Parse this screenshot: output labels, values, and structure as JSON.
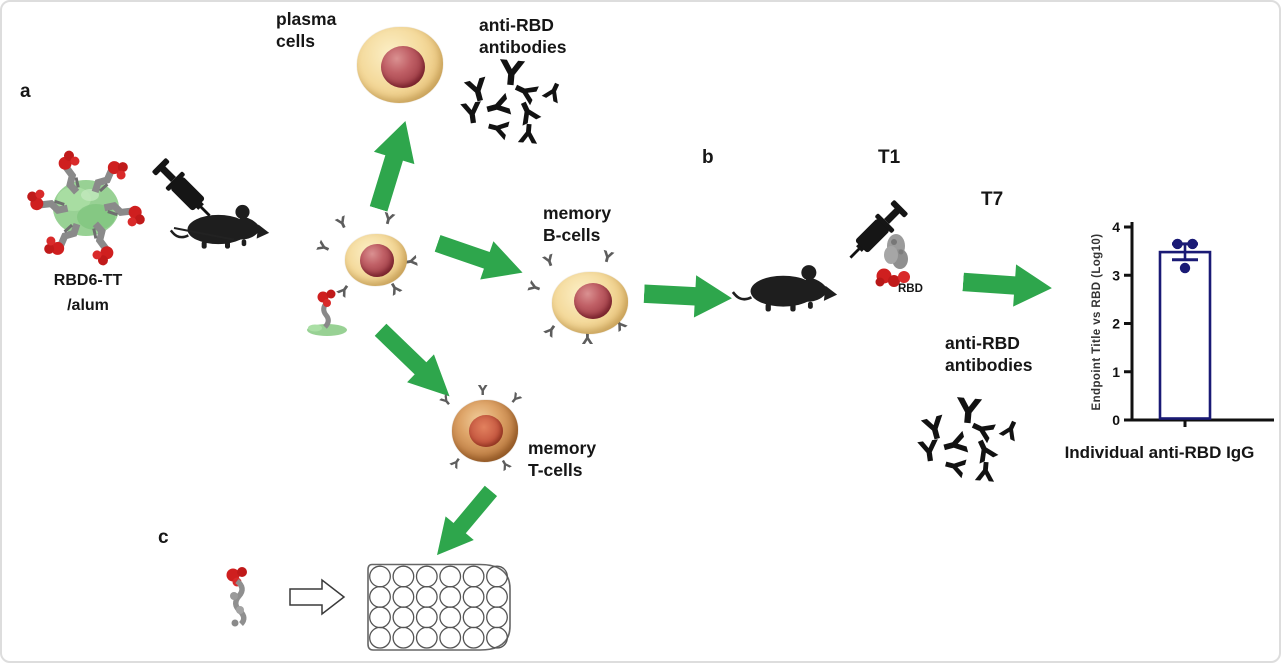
{
  "figure": {
    "panels": {
      "a": "a",
      "b": "b",
      "c": "c"
    },
    "labels": {
      "plasma_cells": "plasma cells",
      "anti_rbd_top": "anti-RBD antibodies",
      "memory_b": "memory B-cells",
      "memory_t": "memory T-cells",
      "antigen_name": "RBD6-TT",
      "adjuvant": "/alum",
      "t1": "T1",
      "t7": "T7",
      "rbd": "RBD",
      "anti_rbd_b": "anti-RBD antibodies"
    },
    "icons": {
      "antibody_glyph": "Y",
      "receptor_glyph": "Y"
    },
    "colors": {
      "arrow_green": "#2ea64c",
      "chart_navy": "#1a1a75",
      "silhouette_black": "#1e1e1e",
      "rbd_red": "#cf1f1f",
      "tt_grey": "#8e8e8e",
      "carrier_green": "#98d194"
    }
  },
  "chart_data": {
    "type": "bar",
    "title": "Individual anti-RBD IgG",
    "xlabel": "",
    "ylabel": "Endpoint Title vs RBD (Log10)",
    "categories": [
      ""
    ],
    "values": [
      3.48
    ],
    "error_low": 3.32,
    "error_high": 3.65,
    "points": [
      3.65,
      3.65,
      3.15
    ],
    "ylim": [
      0,
      4
    ],
    "yticks": [
      0,
      1,
      2,
      3,
      4
    ],
    "grid": false,
    "legend": "none",
    "bar_fill": "#ffffff",
    "bar_stroke": "#1a1a75"
  }
}
